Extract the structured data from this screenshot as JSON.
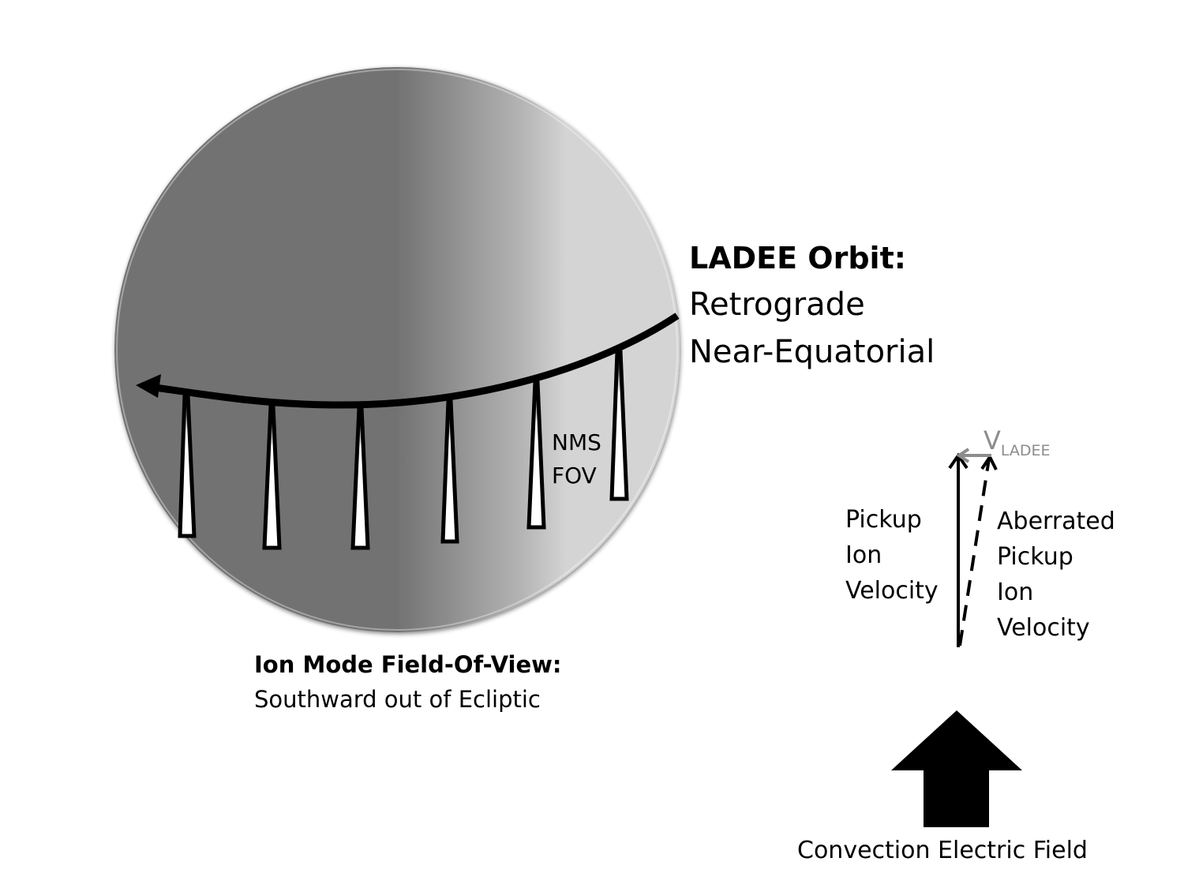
{
  "orbit": {
    "title": "LADEE Orbit:",
    "line1": "Retrograde",
    "line2": "Near-Equatorial"
  },
  "field_of_view": {
    "title": "Ion Mode Field-Of-View:",
    "subtitle": "Southward out of Ecliptic"
  },
  "nms_label": {
    "line1": "NMS",
    "line2": "FOV"
  },
  "fov_cone_count": 6,
  "velocity": {
    "pickup_label": [
      "Pickup",
      "Ion",
      "Velocity"
    ],
    "aberrated_label": [
      "Aberrated",
      "Pickup",
      "Ion",
      "Velocity"
    ],
    "v_symbol": "V",
    "v_subscript": "LADEE"
  },
  "convection": {
    "label": "Convection Electric Field"
  },
  "colors": {
    "moon_dark": "#727272",
    "moon_light": "#d4d4d4",
    "vladee_arrow": "#8c8c8c",
    "ink": "#000000"
  }
}
